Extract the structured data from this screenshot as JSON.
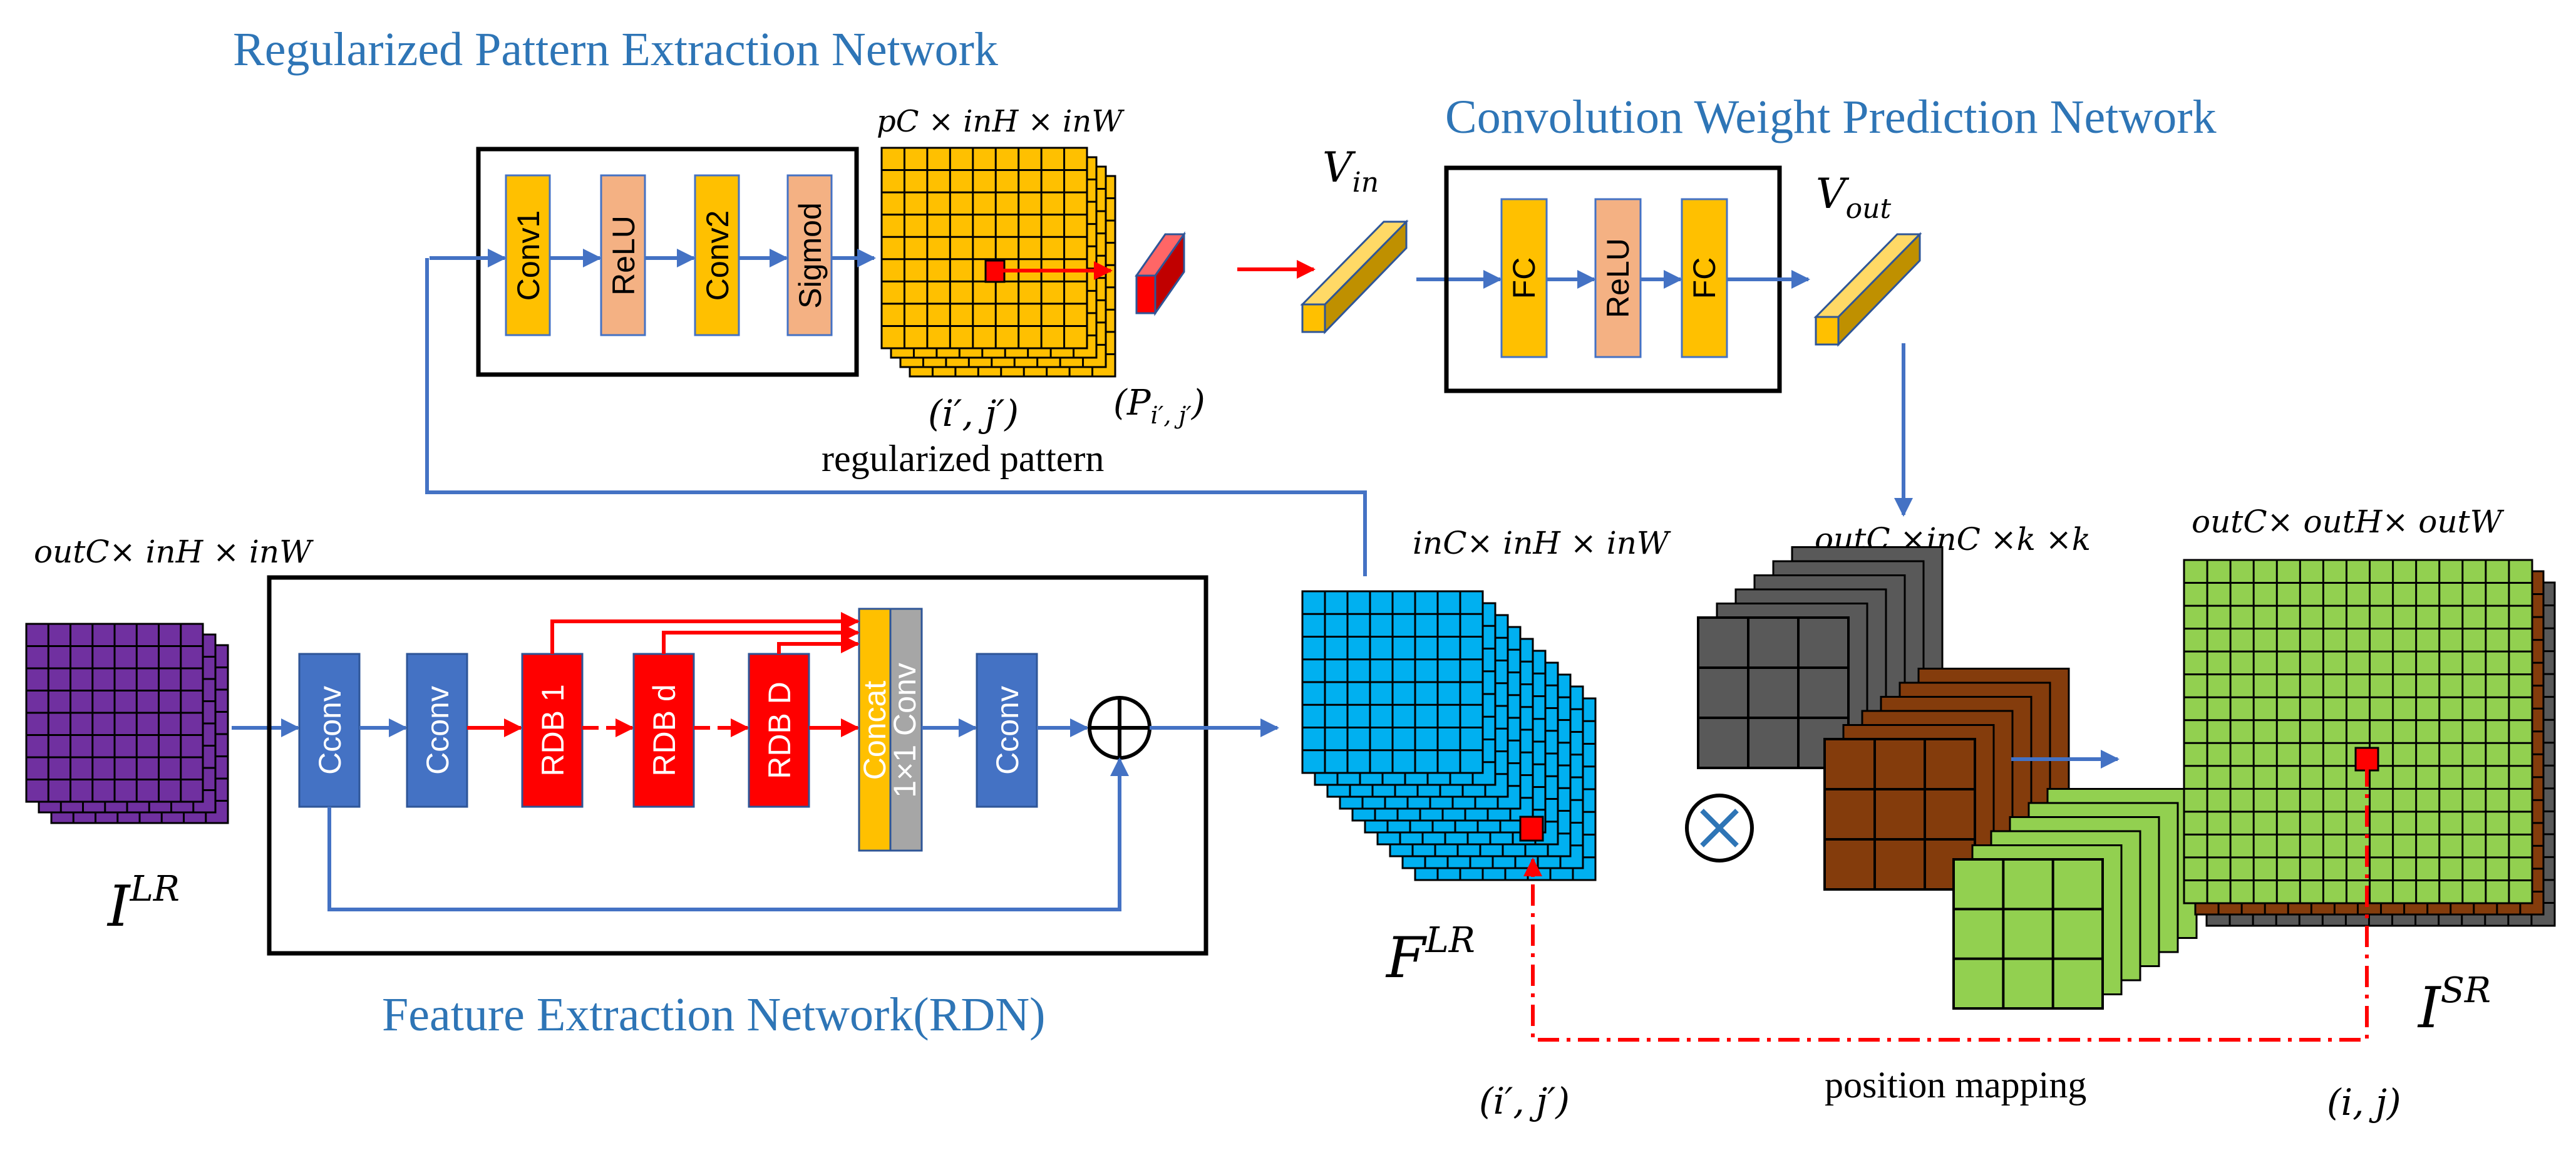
{
  "titles": {
    "pattern_net": "Regularized Pattern Extraction Network",
    "weight_net": "Convolution Weight Prediction Network",
    "feature_net": "Feature Extraction Network(RDN)"
  },
  "pattern_net_blocks": [
    "Conv1",
    "ReLU",
    "Conv2",
    "Sigmod"
  ],
  "weight_net_blocks": [
    "FC",
    "ReLU",
    "FC"
  ],
  "feature_net_blocks": [
    "Cconv",
    "Cconv",
    "RDB 1",
    "RDB d",
    "RDB D",
    "Concat",
    "1×1 Conv",
    "Cconv"
  ],
  "labels": {
    "pattern_dims": "pC × inH × inW",
    "v_in": {
      "base": "V",
      "sub": "in"
    },
    "v_out": {
      "base": "V",
      "sub": "out"
    },
    "pattern_pos": "(i′, j′)",
    "pattern_vec": {
      "base": "(P",
      "sub": "i′, j′",
      "close": ")"
    },
    "regularized_pattern": "regularized pattern",
    "input_dims": "outC× inH × inW",
    "feature_dims": "inC× inH × inW",
    "weight_dims": "outC ×inC ×k ×k",
    "output_dims": "outC× outH× outW",
    "i_lr": {
      "base": "I",
      "sup": "LR"
    },
    "f_lr": {
      "base": "F",
      "sup": "LR"
    },
    "i_sr": {
      "base": "I",
      "sup": "SR"
    },
    "pos_lr": "(i′, j′)",
    "pos_sr": "(i, j)",
    "position_mapping": "position mapping"
  },
  "colors": {
    "title_blue": "#2e75b6",
    "arrow_blue": "#4472c4",
    "arrow_red": "#ff0000",
    "conv_yellow": "#ffc000",
    "relu_salmon": "#f4b183",
    "cconv_blue": "#4472c4",
    "rdb_red": "#ff0000",
    "conv1x1_gray": "#a6a6a6",
    "input_purple": "#7030a0",
    "feature_cyan": "#00b0f0",
    "weight_gray": "#595959",
    "weight_brown": "#843c0c",
    "weight_green": "#92d050"
  }
}
